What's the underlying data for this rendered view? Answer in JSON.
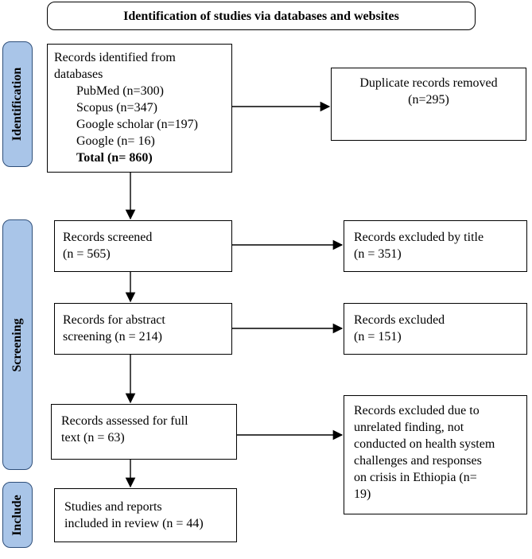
{
  "title": "Identification of studies via databases and websites",
  "phases": {
    "identification": "Identification",
    "screening": "Screening",
    "include": "Include"
  },
  "identified": {
    "heading_line1": "Records identified from",
    "heading_line2": "databases",
    "sources": [
      "PubMed (n=300)",
      "Scopus (n=347)",
      "Google scholar (n=197)",
      "Google (n= 16)"
    ],
    "total": "Total (n= 860)"
  },
  "duplicates": {
    "line1": "Duplicate records removed",
    "line2": "(n=295)"
  },
  "screened": {
    "line1": "Records screened",
    "line2": "(n = 565)"
  },
  "excluded_title": {
    "line1": "Records excluded by title",
    "line2": "(n = 351)"
  },
  "abstract": {
    "line1": "Records for abstract",
    "line2": "screening (n = 214)"
  },
  "excluded_abstract": {
    "line1": "Records excluded",
    "line2": "(n = 151)"
  },
  "fulltext": {
    "line1": "Records assessed for full",
    "line2": "text (n = 63)"
  },
  "excluded_fulltext": {
    "lines": [
      "Records excluded due to",
      "unrelated finding, not",
      "conducted on health system",
      "challenges and responses",
      "on crisis in Ethiopia (n=",
      "19)"
    ]
  },
  "included": {
    "line1": "Studies and reports",
    "line2": "included in review (n = 44)"
  }
}
